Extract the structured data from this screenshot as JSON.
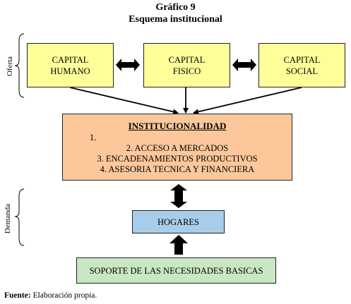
{
  "title": {
    "line1": "Gráfico 9",
    "line2": "Esquema institucional"
  },
  "side_labels": {
    "oferta": "Oferta",
    "demanda": "Demanda"
  },
  "capitals": [
    {
      "line1": "CAPITAL",
      "line2": "HUMANO"
    },
    {
      "line1": "CAPITAL",
      "line2": "FISICO"
    },
    {
      "line1": "CAPITAL",
      "line2": "SOCIAL"
    }
  ],
  "institucionalidad": {
    "heading": "INSTITUCIONALIDAD",
    "items": [
      "1.",
      "2.  ACCESO A MERCADOS",
      "3.  ENCADENAMIENTOS PRODUCTIVOS",
      "4.  ASESORIA TECNICA Y FINANCIERA"
    ]
  },
  "hogares": "HOGARES",
  "soporte": "SOPORTE DE LAS NECESIDADES BASICAS",
  "source": {
    "label": "Fuente:",
    "text": " Elaboración propia."
  },
  "colors": {
    "capital_fill": "#ffff99",
    "institucionalidad_fill": "#fcc89b",
    "hogares_fill": "#a8cdeb",
    "soporte_fill": "#c9e7c2"
  }
}
